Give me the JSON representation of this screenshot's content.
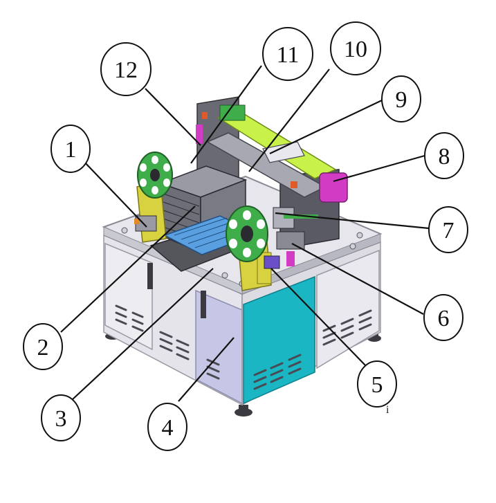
{
  "diagram": {
    "callouts": [
      {
        "id": "1",
        "label": "1"
      },
      {
        "id": "2",
        "label": "2"
      },
      {
        "id": "3",
        "label": "3"
      },
      {
        "id": "4",
        "label": "4"
      },
      {
        "id": "5",
        "label": "5"
      },
      {
        "id": "6",
        "label": "6"
      },
      {
        "id": "7",
        "label": "7"
      },
      {
        "id": "8",
        "label": "8"
      },
      {
        "id": "9",
        "label": "9"
      },
      {
        "id": "10",
        "label": "10"
      },
      {
        "id": "11",
        "label": "11"
      },
      {
        "id": "12",
        "label": "12"
      }
    ],
    "stray_mark": "i",
    "colors": {
      "cabinet_light": "#e4e4ea",
      "cabinet_shade": "#c9c9d2",
      "cabinet_lavender": "#c6c6e6",
      "panel_cyan": "#1ab6c4",
      "reel_green": "#3fae4a",
      "frame_yellow": "#d9d240",
      "rail_lime": "#c8f24a",
      "tray_blue": "#5aa0e0",
      "magenta": "#d23cc4",
      "dark_metal": "#4a4a52"
    }
  }
}
